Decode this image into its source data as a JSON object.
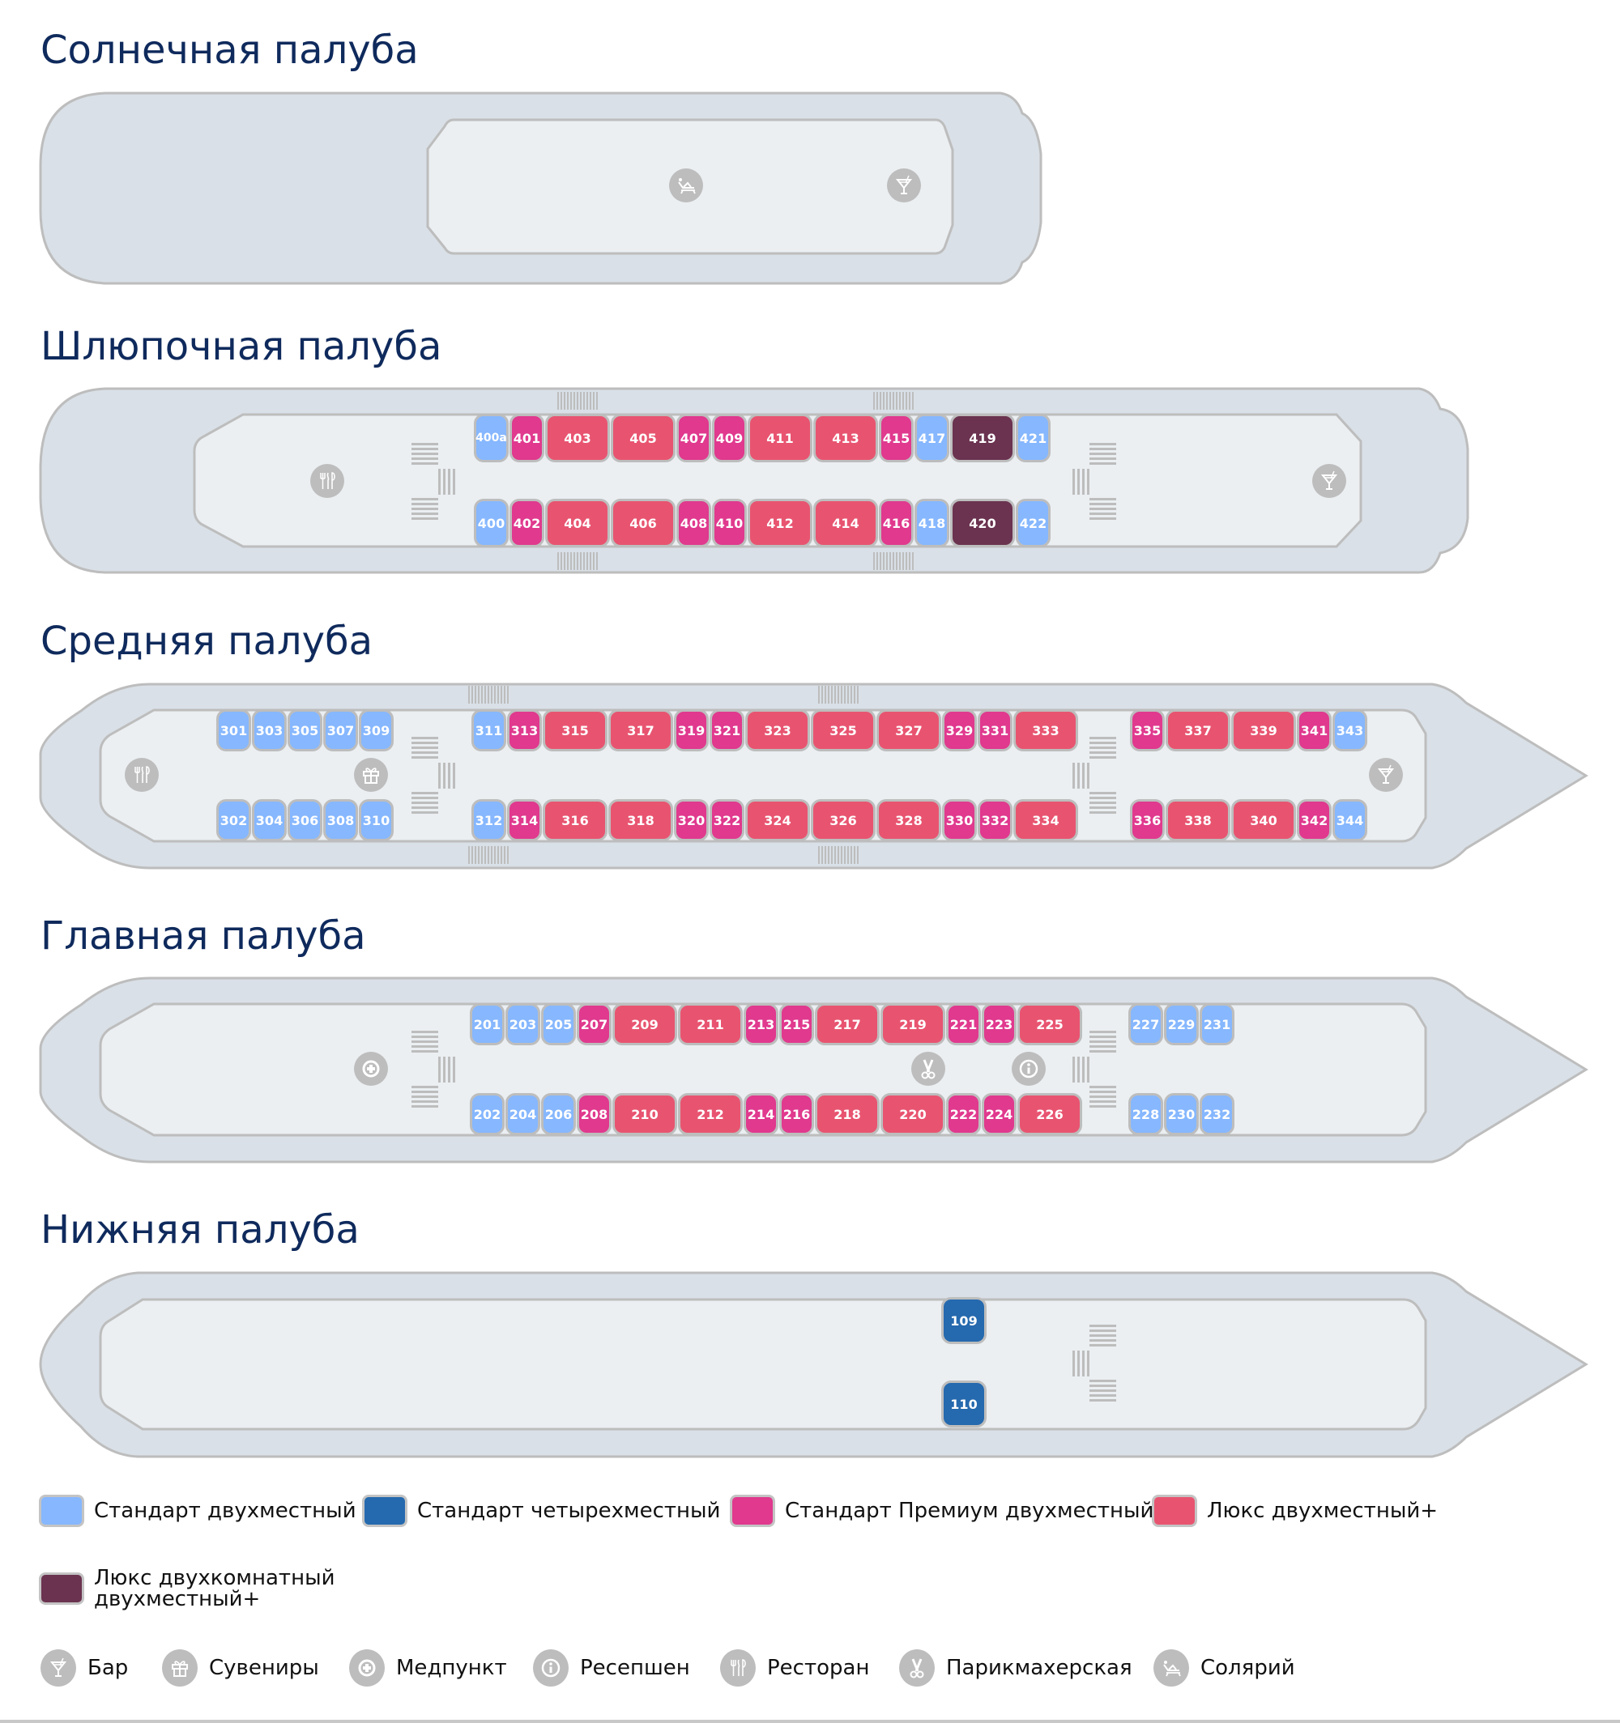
{
  "colors": {
    "standard_double": "#86b7ff",
    "standard_quad": "#2569ae",
    "standard_premium": "#e0398e",
    "lux_double": "#e85470",
    "lux_two_room": "#6b3350",
    "hull": "#d9e0e7",
    "interior": "#ebeff2",
    "outline": "#bdbdbd",
    "title": "#0f2a5c"
  },
  "decks": [
    {
      "id": "sun",
      "title": "Солнечная палуба",
      "cabins": [],
      "facilities": [
        "sunbed-icon",
        "bar-icon"
      ]
    },
    {
      "id": "boat",
      "title": "Шлюпочная палуба",
      "cabins": [
        {
          "n": "400a",
          "type": "standard_double"
        },
        {
          "n": "401",
          "type": "standard_premium"
        },
        {
          "n": "403",
          "type": "lux_double"
        },
        {
          "n": "405",
          "type": "lux_double"
        },
        {
          "n": "407",
          "type": "standard_premium"
        },
        {
          "n": "409",
          "type": "standard_premium"
        },
        {
          "n": "411",
          "type": "lux_double"
        },
        {
          "n": "413",
          "type": "lux_double"
        },
        {
          "n": "415",
          "type": "standard_premium"
        },
        {
          "n": "417",
          "type": "standard_double"
        },
        {
          "n": "419",
          "type": "lux_two_room"
        },
        {
          "n": "421",
          "type": "standard_double"
        },
        {
          "n": "400",
          "type": "standard_double"
        },
        {
          "n": "402",
          "type": "standard_premium"
        },
        {
          "n": "404",
          "type": "lux_double"
        },
        {
          "n": "406",
          "type": "lux_double"
        },
        {
          "n": "408",
          "type": "standard_premium"
        },
        {
          "n": "410",
          "type": "standard_premium"
        },
        {
          "n": "412",
          "type": "lux_double"
        },
        {
          "n": "414",
          "type": "lux_double"
        },
        {
          "n": "416",
          "type": "standard_premium"
        },
        {
          "n": "418",
          "type": "standard_double"
        },
        {
          "n": "420",
          "type": "lux_two_room"
        },
        {
          "n": "422",
          "type": "standard_double"
        }
      ],
      "facilities": [
        "restaurant-icon",
        "bar-icon"
      ]
    },
    {
      "id": "middle",
      "title": "Средняя палуба",
      "cabins": [
        {
          "n": "301",
          "type": "standard_double"
        },
        {
          "n": "303",
          "type": "standard_double"
        },
        {
          "n": "305",
          "type": "standard_double"
        },
        {
          "n": "307",
          "type": "standard_double"
        },
        {
          "n": "309",
          "type": "standard_double"
        },
        {
          "n": "311",
          "type": "standard_double"
        },
        {
          "n": "313",
          "type": "standard_premium"
        },
        {
          "n": "315",
          "type": "lux_double"
        },
        {
          "n": "317",
          "type": "lux_double"
        },
        {
          "n": "319",
          "type": "standard_premium"
        },
        {
          "n": "321",
          "type": "standard_premium"
        },
        {
          "n": "323",
          "type": "lux_double"
        },
        {
          "n": "325",
          "type": "lux_double"
        },
        {
          "n": "327",
          "type": "lux_double"
        },
        {
          "n": "329",
          "type": "standard_premium"
        },
        {
          "n": "331",
          "type": "standard_premium"
        },
        {
          "n": "333",
          "type": "lux_double"
        },
        {
          "n": "335",
          "type": "standard_premium"
        },
        {
          "n": "337",
          "type": "lux_double"
        },
        {
          "n": "339",
          "type": "lux_double"
        },
        {
          "n": "341",
          "type": "standard_premium"
        },
        {
          "n": "343",
          "type": "standard_double"
        },
        {
          "n": "302",
          "type": "standard_double"
        },
        {
          "n": "304",
          "type": "standard_double"
        },
        {
          "n": "306",
          "type": "standard_double"
        },
        {
          "n": "308",
          "type": "standard_double"
        },
        {
          "n": "310",
          "type": "standard_double"
        },
        {
          "n": "312",
          "type": "standard_double"
        },
        {
          "n": "314",
          "type": "standard_premium"
        },
        {
          "n": "316",
          "type": "lux_double"
        },
        {
          "n": "318",
          "type": "lux_double"
        },
        {
          "n": "320",
          "type": "standard_premium"
        },
        {
          "n": "322",
          "type": "standard_premium"
        },
        {
          "n": "324",
          "type": "lux_double"
        },
        {
          "n": "326",
          "type": "lux_double"
        },
        {
          "n": "328",
          "type": "lux_double"
        },
        {
          "n": "330",
          "type": "standard_premium"
        },
        {
          "n": "332",
          "type": "standard_premium"
        },
        {
          "n": "334",
          "type": "lux_double"
        },
        {
          "n": "336",
          "type": "standard_premium"
        },
        {
          "n": "338",
          "type": "lux_double"
        },
        {
          "n": "340",
          "type": "lux_double"
        },
        {
          "n": "342",
          "type": "standard_premium"
        },
        {
          "n": "344",
          "type": "standard_double"
        }
      ],
      "facilities": [
        "restaurant-icon",
        "souvenir-icon",
        "bar-icon"
      ]
    },
    {
      "id": "main",
      "title": "Главная палуба",
      "cabins": [
        {
          "n": "201",
          "type": "standard_double"
        },
        {
          "n": "203",
          "type": "standard_double"
        },
        {
          "n": "205",
          "type": "standard_double"
        },
        {
          "n": "207",
          "type": "standard_premium"
        },
        {
          "n": "209",
          "type": "lux_double"
        },
        {
          "n": "211",
          "type": "lux_double"
        },
        {
          "n": "213",
          "type": "standard_premium"
        },
        {
          "n": "215",
          "type": "standard_premium"
        },
        {
          "n": "217",
          "type": "lux_double"
        },
        {
          "n": "219",
          "type": "lux_double"
        },
        {
          "n": "221",
          "type": "standard_premium"
        },
        {
          "n": "223",
          "type": "standard_premium"
        },
        {
          "n": "225",
          "type": "lux_double"
        },
        {
          "n": "227",
          "type": "standard_double"
        },
        {
          "n": "229",
          "type": "standard_double"
        },
        {
          "n": "231",
          "type": "standard_double"
        },
        {
          "n": "202",
          "type": "standard_double"
        },
        {
          "n": "204",
          "type": "standard_double"
        },
        {
          "n": "206",
          "type": "standard_double"
        },
        {
          "n": "208",
          "type": "standard_premium"
        },
        {
          "n": "210",
          "type": "lux_double"
        },
        {
          "n": "212",
          "type": "lux_double"
        },
        {
          "n": "214",
          "type": "standard_premium"
        },
        {
          "n": "216",
          "type": "standard_premium"
        },
        {
          "n": "218",
          "type": "lux_double"
        },
        {
          "n": "220",
          "type": "lux_double"
        },
        {
          "n": "222",
          "type": "standard_premium"
        },
        {
          "n": "224",
          "type": "standard_premium"
        },
        {
          "n": "226",
          "type": "lux_double"
        },
        {
          "n": "228",
          "type": "standard_double"
        },
        {
          "n": "230",
          "type": "standard_double"
        },
        {
          "n": "232",
          "type": "standard_double"
        }
      ],
      "facilities": [
        "medical-icon",
        "barber-icon",
        "reception-icon"
      ]
    },
    {
      "id": "lower",
      "title": "Нижняя палуба",
      "cabins": [
        {
          "n": "109",
          "type": "standard_quad"
        },
        {
          "n": "110",
          "type": "standard_quad"
        }
      ],
      "facilities": []
    }
  ],
  "legend": {
    "cabin_types": [
      {
        "key": "standard_double",
        "label": "Стандарт двухместный"
      },
      {
        "key": "standard_quad",
        "label": "Стандарт четырехместный"
      },
      {
        "key": "standard_premium",
        "label": "Стандарт Премиум двухместный"
      },
      {
        "key": "lux_double",
        "label": "Люкс двухместный+"
      },
      {
        "key": "lux_two_room",
        "label_line1": "Люкс двухкомнатный",
        "label_line2": "двухместный+"
      }
    ],
    "facilities": [
      {
        "icon": "bar-icon",
        "label": "Бар"
      },
      {
        "icon": "souvenir-icon",
        "label": "Сувениры"
      },
      {
        "icon": "medical-icon",
        "label": "Медпункт"
      },
      {
        "icon": "reception-icon",
        "label": "Ресепшен"
      },
      {
        "icon": "restaurant-icon",
        "label": "Ресторан"
      },
      {
        "icon": "barber-icon",
        "label": "Парикмахерская"
      },
      {
        "icon": "sunbed-icon",
        "label": "Солярий"
      }
    ]
  }
}
